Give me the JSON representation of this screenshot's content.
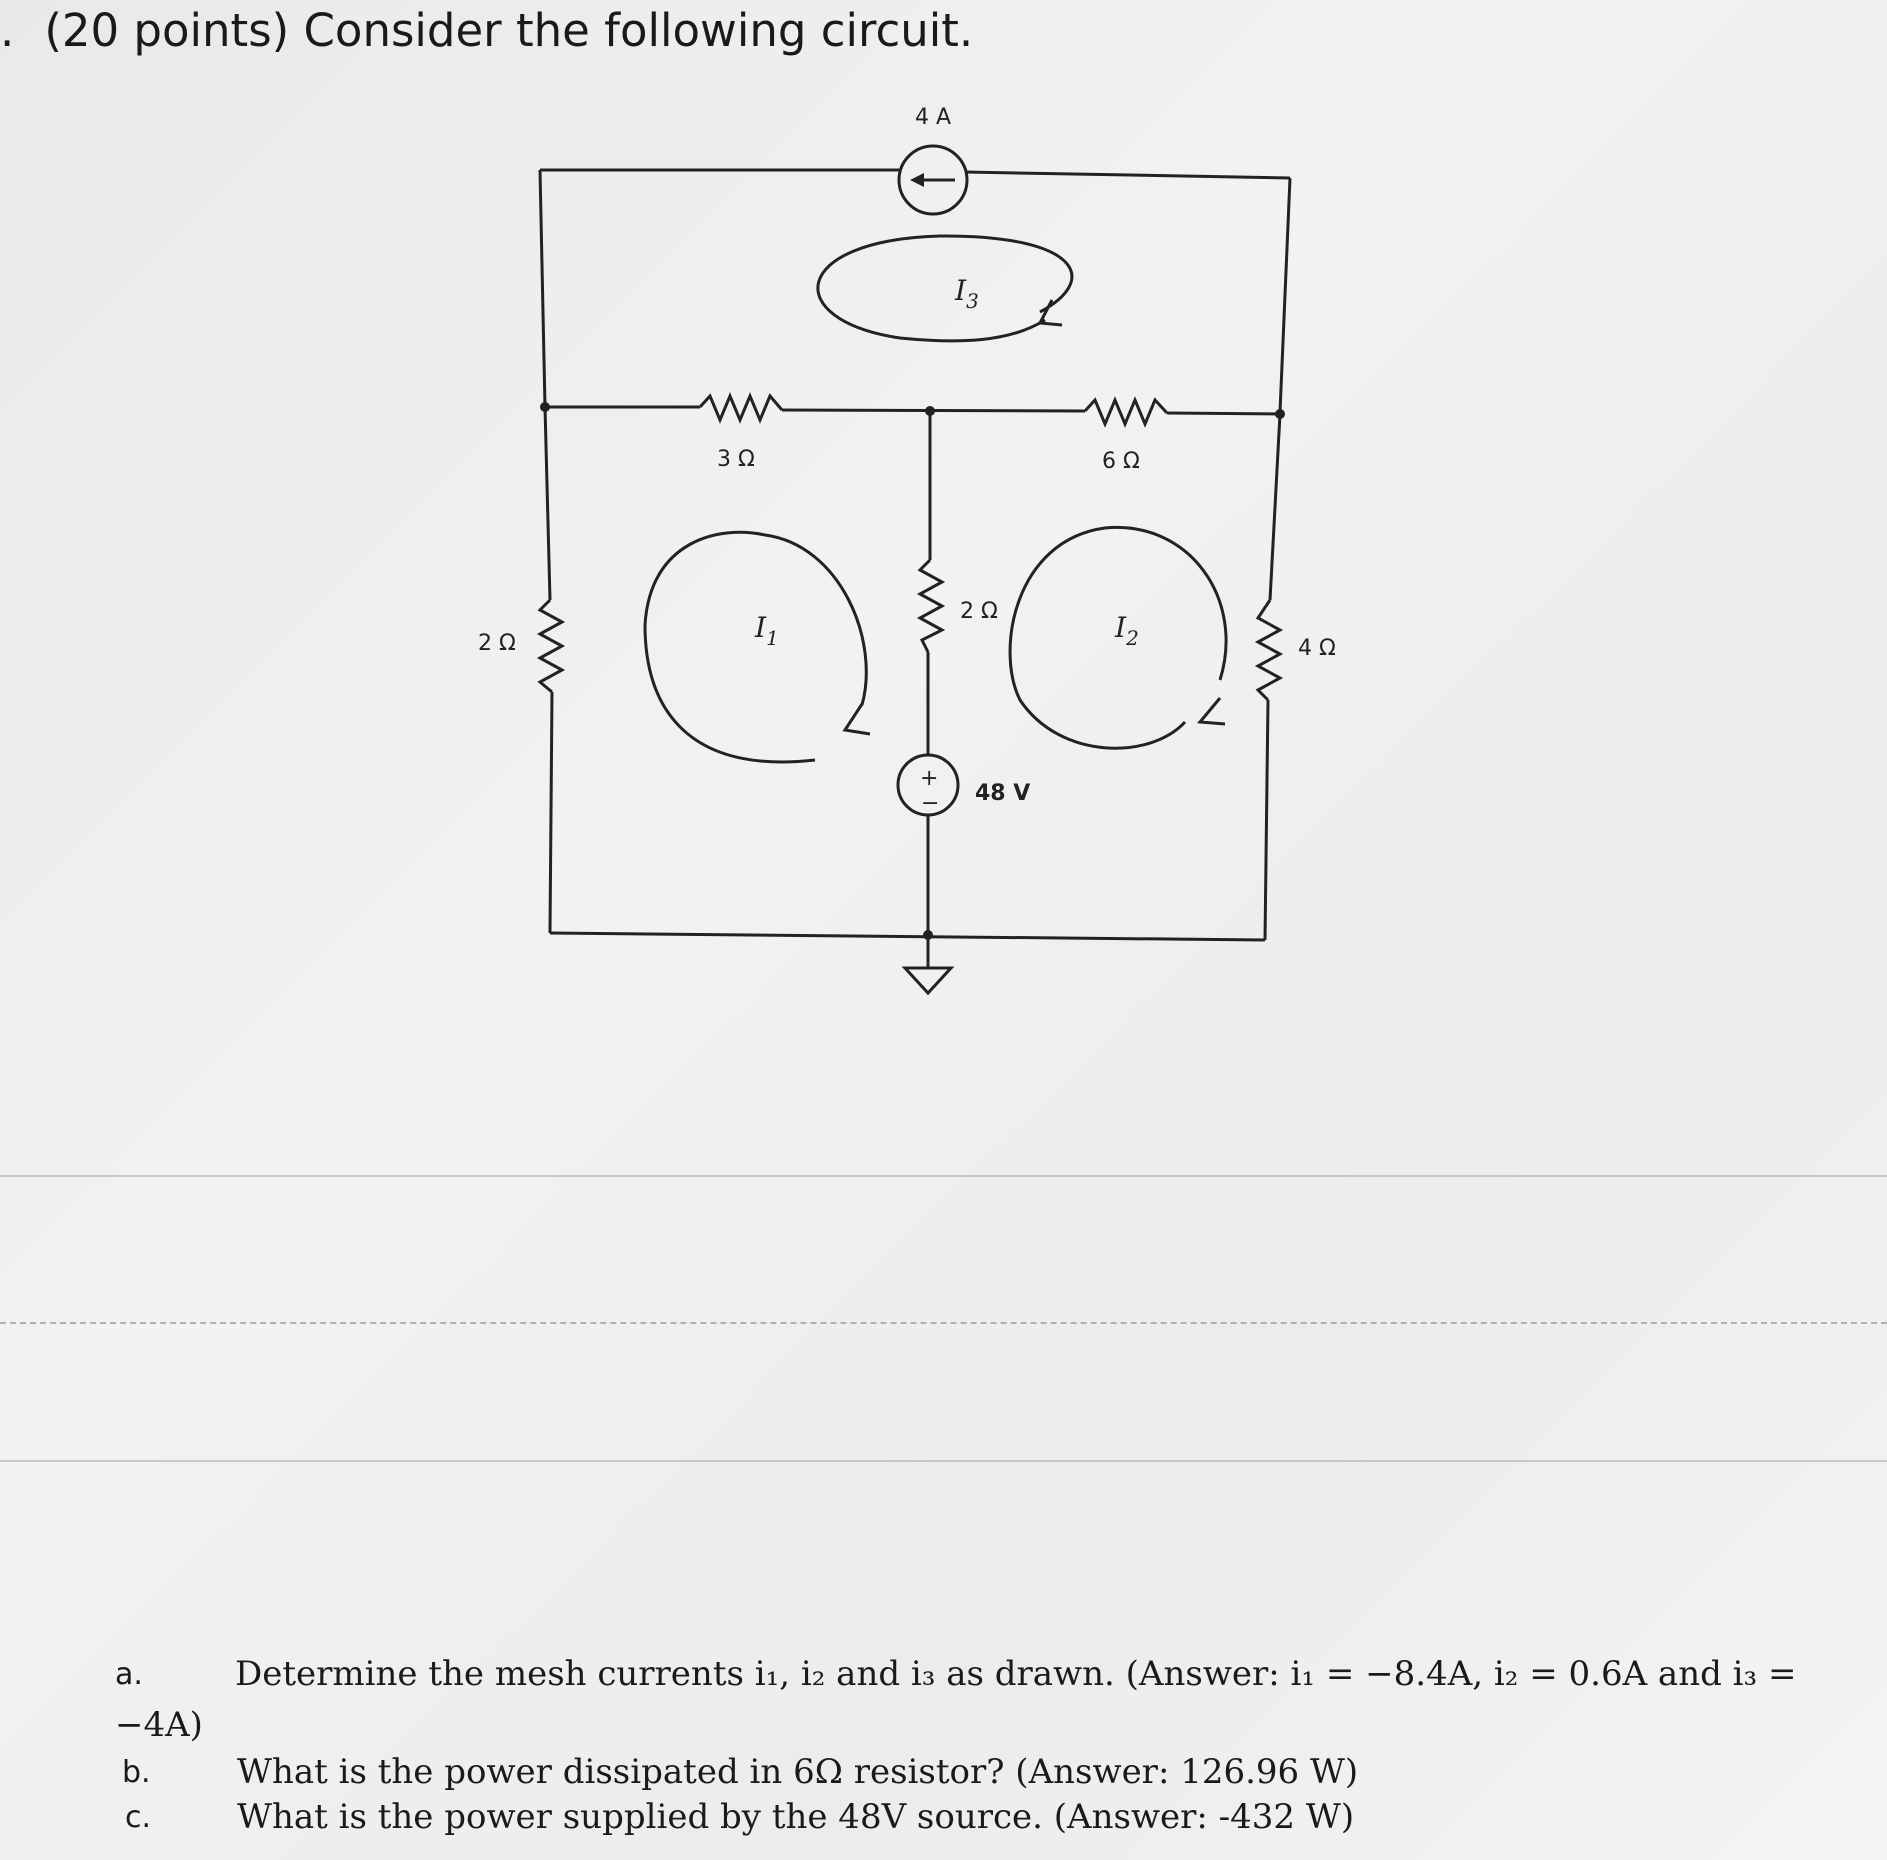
{
  "question": {
    "header": "(20 points) Consider the following circuit."
  },
  "circuit": {
    "current_source": "4 A",
    "mesh_labels": {
      "top": "I",
      "top_sub": "3",
      "left": "I",
      "left_sub": "1",
      "right": "I",
      "right_sub": "2"
    },
    "resistors": {
      "top_left": "3 Ω",
      "top_right": "6 Ω",
      "left": "2 Ω",
      "middle": "2 Ω",
      "right": "4 Ω"
    },
    "voltage_source": "48 V",
    "plus": "+",
    "minus": "−"
  },
  "parts": [
    {
      "letter": "a.",
      "line1": "Determine the mesh currents i₁, i₂ and i₃ as drawn. (Answer: i₁ = −8.4A, i₂ = 0.6A and i₃ =",
      "line2": "−4A)"
    },
    {
      "letter": "b.",
      "text": "What is the power dissipated in 6Ω resistor? (Answer: 126.96 W)"
    },
    {
      "letter": "c.",
      "text": "What is the power supplied by the 48V source. (Answer: -432 W)"
    }
  ]
}
